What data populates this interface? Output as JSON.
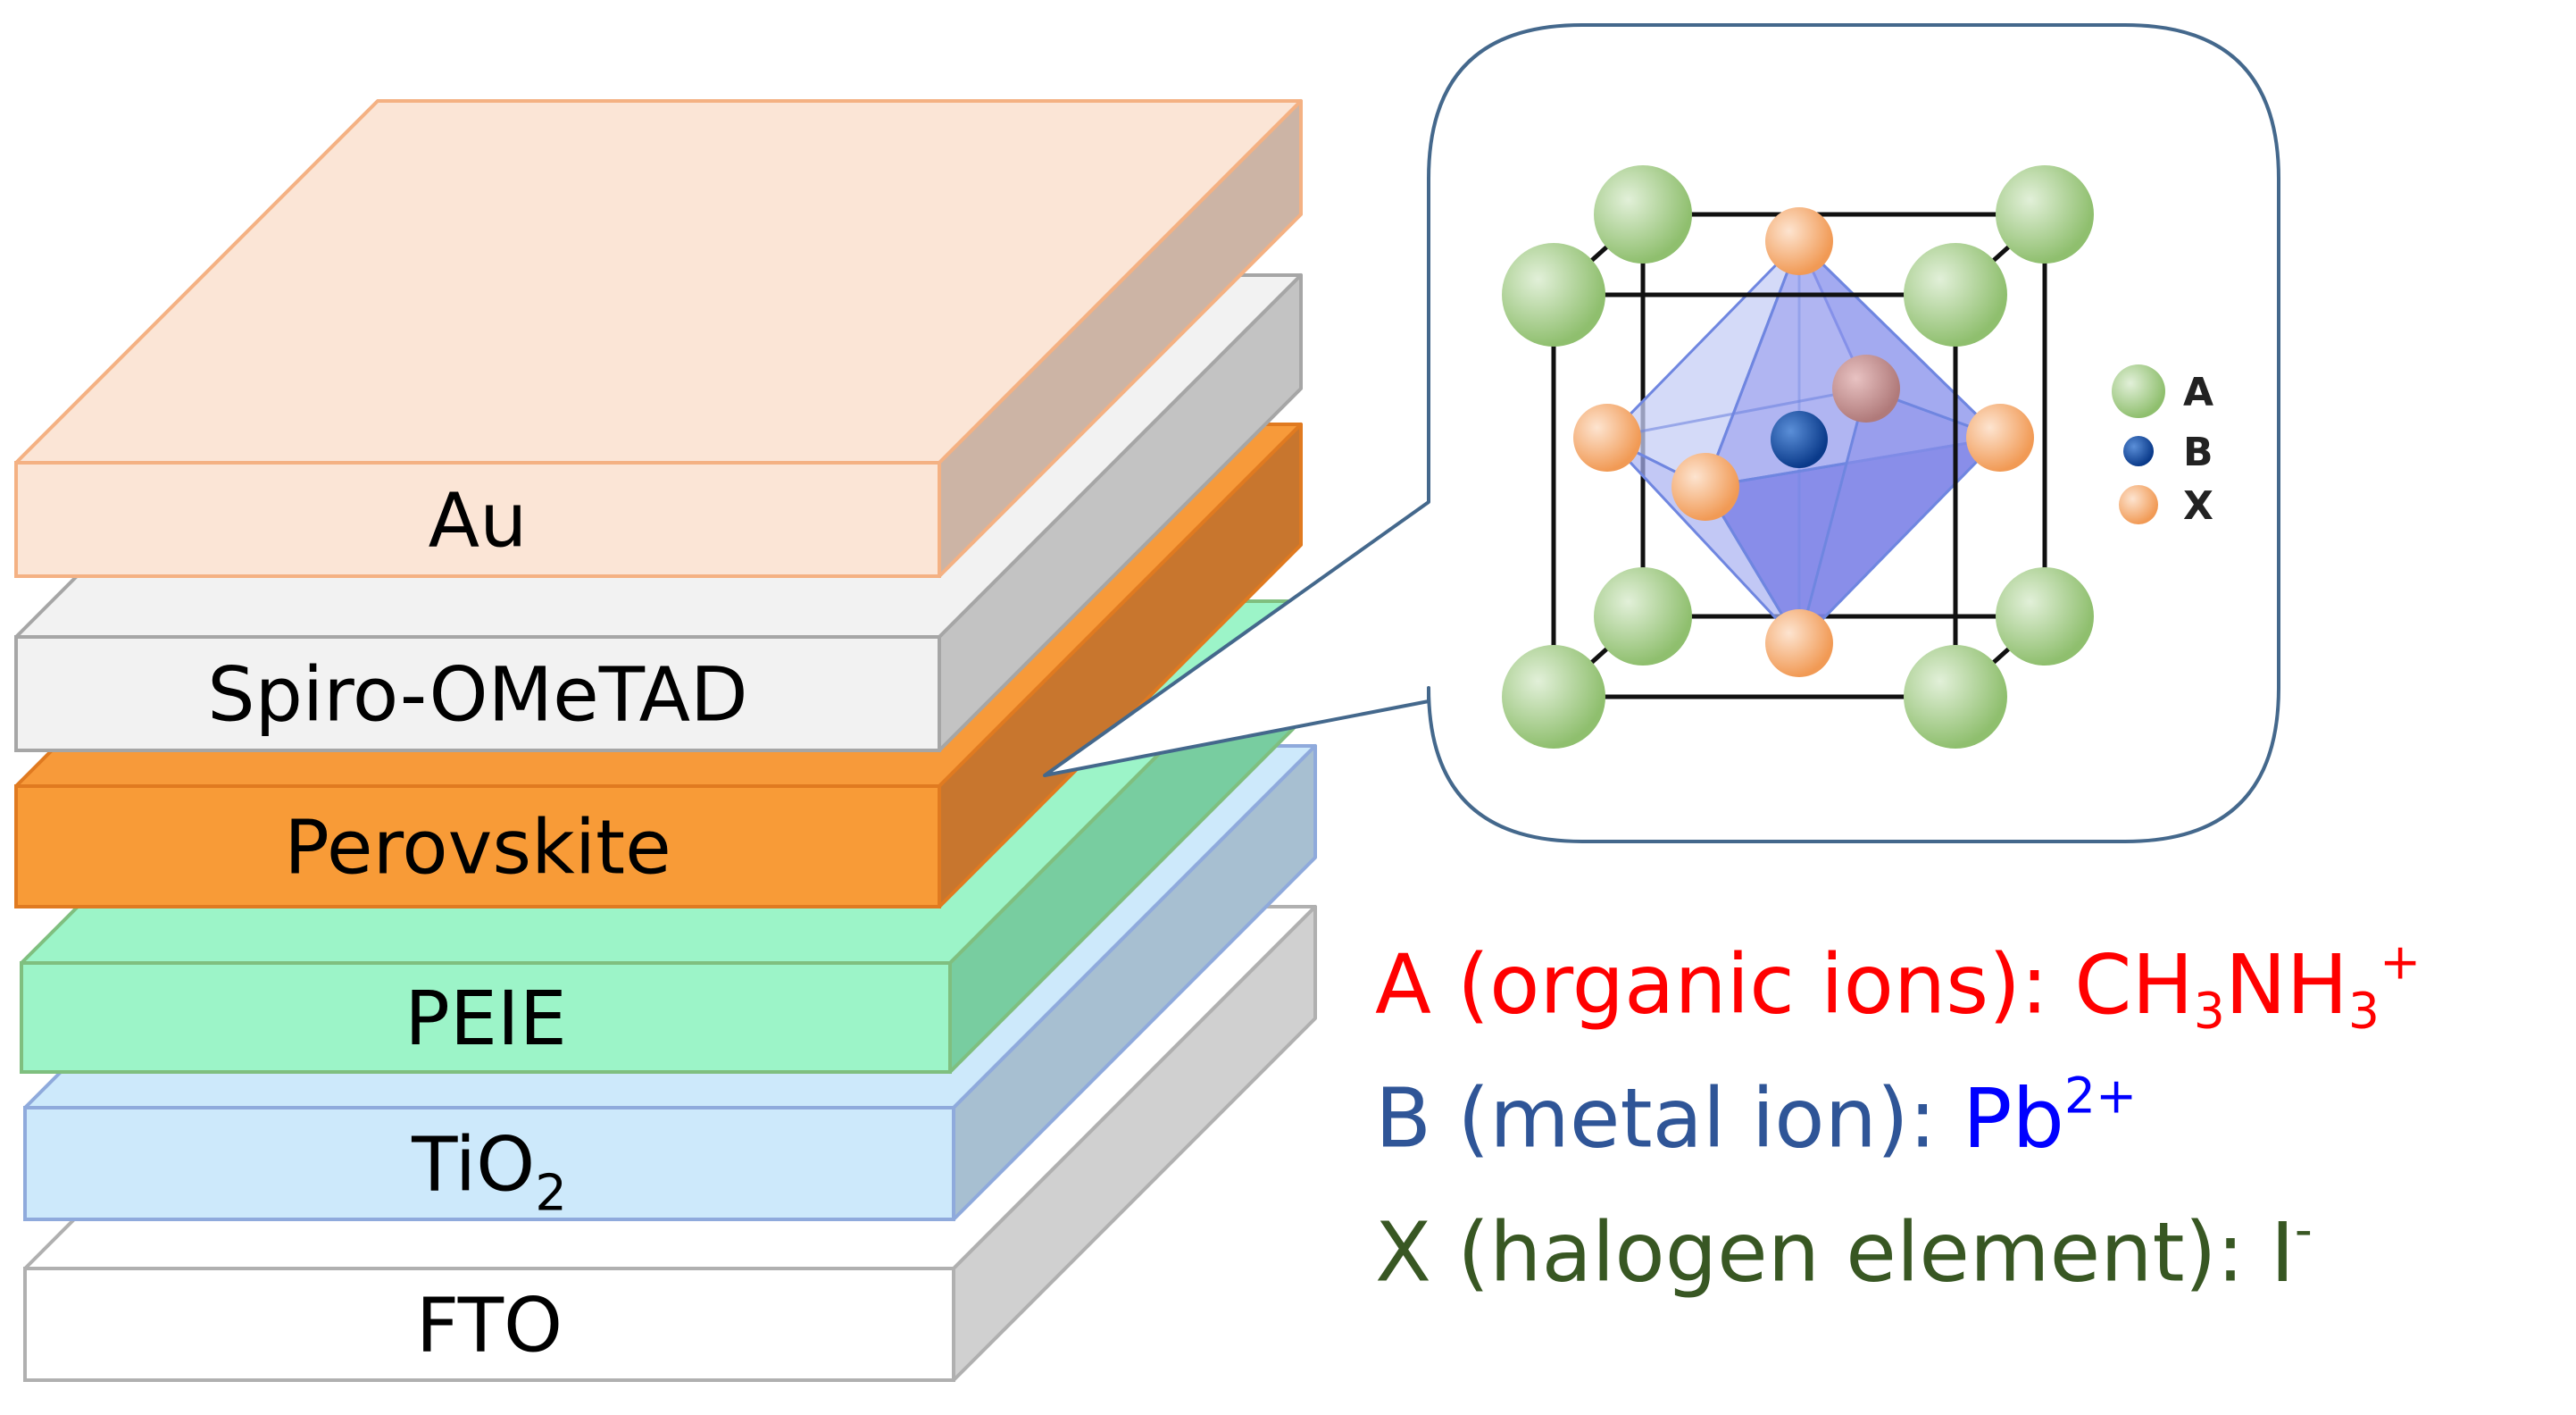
{
  "layers": [
    {
      "id": "au",
      "label": "Au",
      "sub": "",
      "colors": {
        "top": "#fbe5d6",
        "side": "#ccb4a5",
        "front": "#fbe5d6",
        "stroke": "#f4b183"
      }
    },
    {
      "id": "spiro",
      "label": "Spiro-OMeTAD",
      "sub": "",
      "colors": {
        "top": "#f2f2f2",
        "side": "#c3c3c3",
        "front": "#f2f2f2",
        "stroke": "#a6a6a6"
      }
    },
    {
      "id": "perovskite",
      "label": "Perovskite",
      "sub": "",
      "colors": {
        "top": "#f79a3a",
        "side": "#c8762e",
        "front": "#f89b37",
        "stroke": "#e07a20"
      }
    },
    {
      "id": "peie",
      "label": "PEIE",
      "sub": "",
      "colors": {
        "top": "#9cf4c8",
        "side": "#78cda0",
        "front": "#9cf4c8",
        "stroke": "#7fbf7f"
      }
    },
    {
      "id": "tio2",
      "label": "TiO",
      "sub": "2",
      "colors": {
        "top": "#cde9fb",
        "side": "#a7bfd1",
        "front": "#cde9fb",
        "stroke": "#8faadc"
      }
    },
    {
      "id": "fto",
      "label": "FTO",
      "sub": "",
      "colors": {
        "top": "#ffffff",
        "side": "#d0d0d0",
        "front": "#ffffff",
        "stroke": "#b0b0b0"
      }
    }
  ],
  "crystal_legend": [
    {
      "id": "a",
      "letter": "A",
      "color": "#a9d18e"
    },
    {
      "id": "b",
      "letter": "B",
      "color": "#1f5fb0"
    },
    {
      "id": "x",
      "letter": "X",
      "color": "#f4b183"
    }
  ],
  "ion_legend": {
    "a": {
      "prefix": "A (organic ions): ",
      "value": "CH",
      "s1": "3",
      "mid": "NH",
      "s2": "3",
      "sup": "+",
      "prefix_color": "#ff0000",
      "value_color": "#ff0000"
    },
    "b": {
      "prefix": "B (metal ion): ",
      "value": "Pb",
      "sup": "2+",
      "prefix_color": "#2f5597",
      "value_color": "#0000ff"
    },
    "x": {
      "prefix": "X (halogen element): ",
      "value": "I",
      "sup": "-",
      "prefix_color": "#385723",
      "value_color": "#385723"
    }
  }
}
